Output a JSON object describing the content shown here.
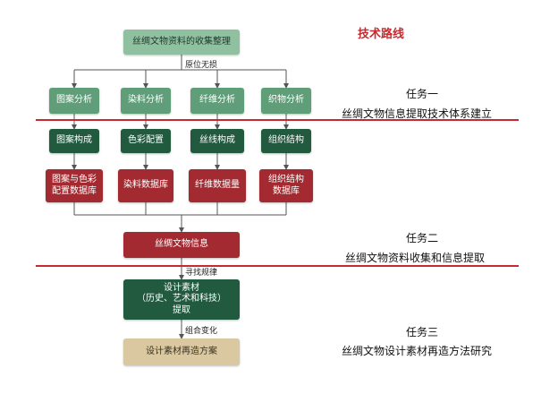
{
  "route_title": "技术路线",
  "top_box": "丝绸文物资料的收集整理",
  "top_edge_label": "原位无损",
  "analysis": [
    "图案分析",
    "染料分析",
    "纤维分析",
    "织物分析"
  ],
  "composition": [
    "图案构成",
    "色彩配置",
    "丝线构成",
    "组织结构"
  ],
  "databases": [
    "图案与色彩\n配置数据库",
    "染料数据库",
    "纤维数据量",
    "组织结构\n数据库"
  ],
  "info_box": "丝绸文物信息",
  "edge_label_2": "寻找规律",
  "extract_box": "设计素材\n（历史、艺术和科技）\n提取",
  "edge_label_3": "组合变化",
  "final_box": "设计素材再造方案",
  "tasks": [
    {
      "title": "任务一",
      "desc": "丝绸文物信息提取技术体系建立"
    },
    {
      "title": "任务二",
      "desc": "丝绸文物资料收集和信息提取"
    },
    {
      "title": "任务三",
      "desc": "丝绸文物设计素材再造方法研究"
    }
  ]
}
